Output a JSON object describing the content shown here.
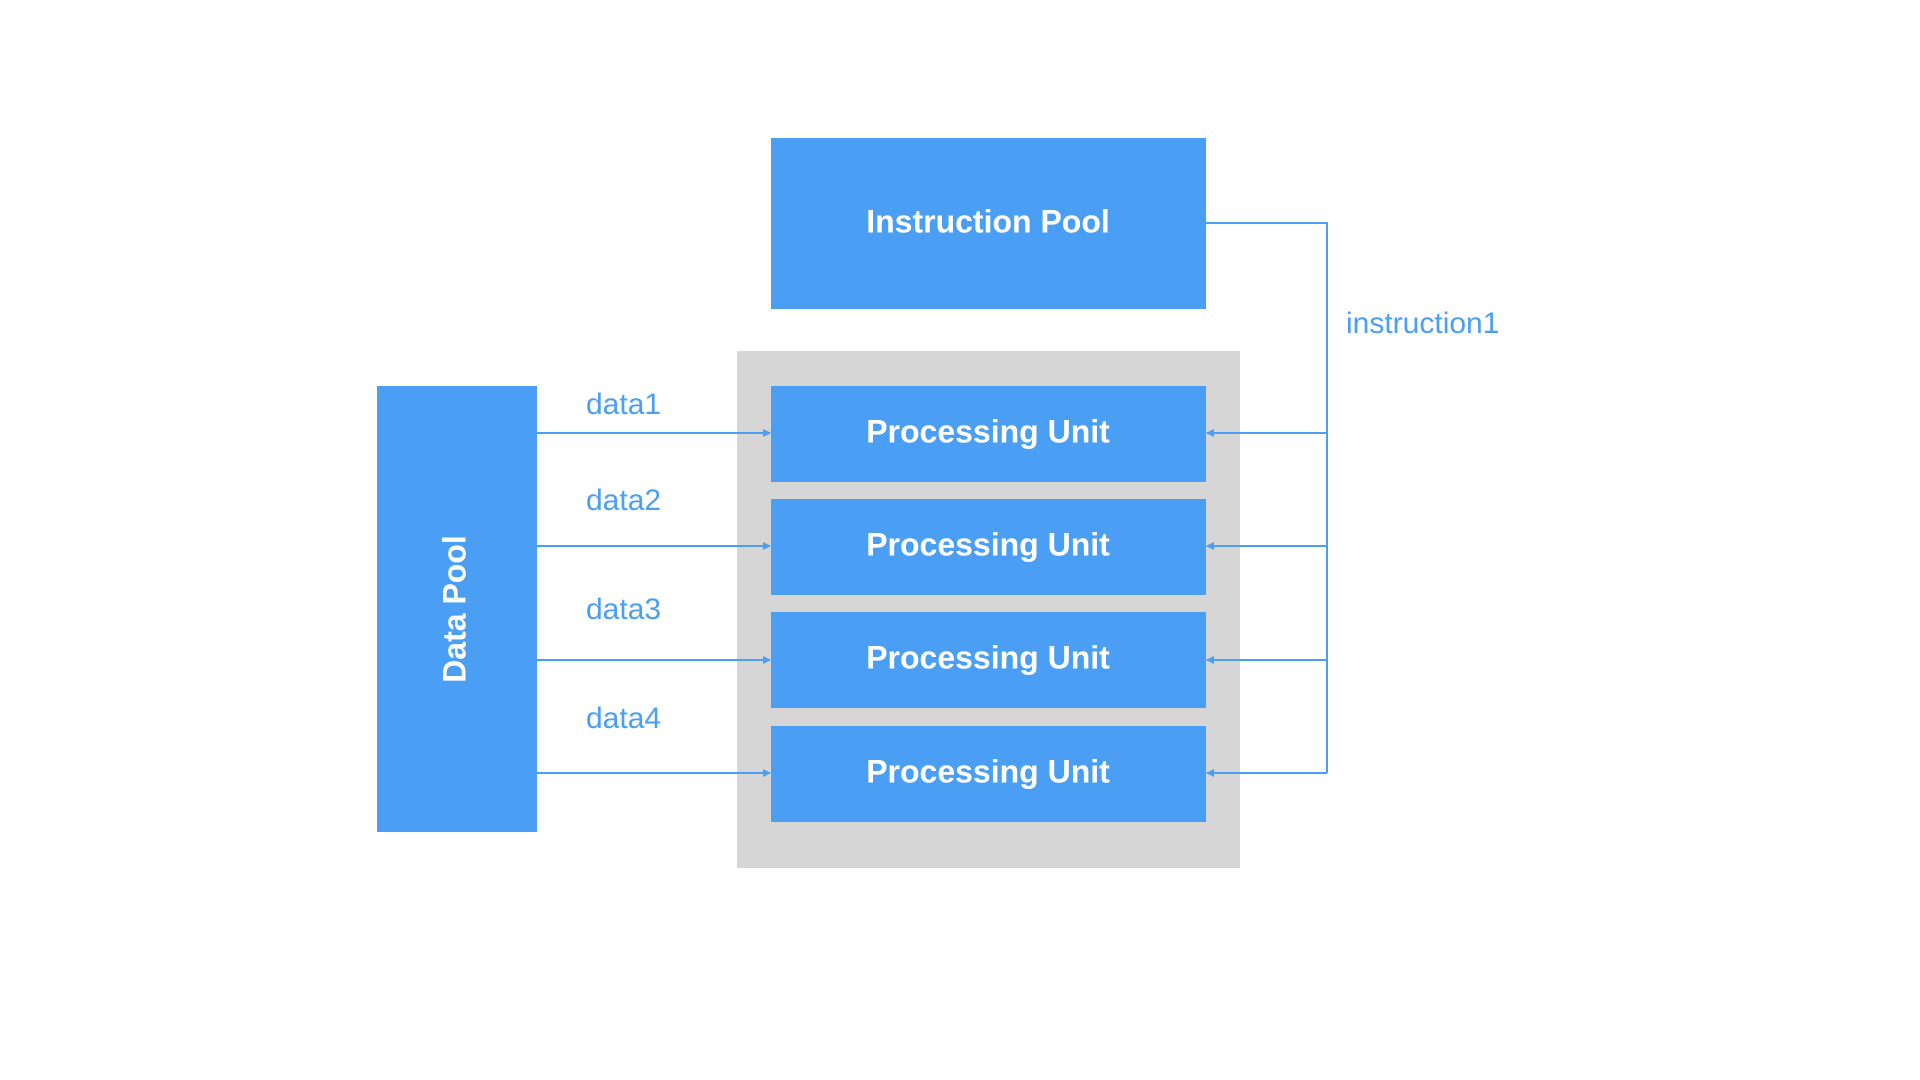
{
  "diagram": {
    "colors": {
      "box_fill": "#4a9ff5",
      "box_text": "#ffffff",
      "container_fill": "#d6d6d6",
      "line": "#4a9ff5",
      "label": "#4a9ff5",
      "background": "#ffffff"
    },
    "instruction_pool": {
      "label": "Instruction Pool"
    },
    "data_pool": {
      "label": "Data Pool"
    },
    "processing_units": [
      {
        "label": "Processing Unit"
      },
      {
        "label": "Processing Unit"
      },
      {
        "label": "Processing Unit"
      },
      {
        "label": "Processing Unit"
      }
    ],
    "data_labels": [
      "data1",
      "data2",
      "data3",
      "data4"
    ],
    "instruction_label": "instruction1"
  }
}
